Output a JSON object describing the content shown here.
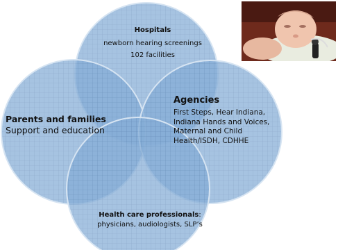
{
  "circles": {
    "fill_color": "#7fa7d3",
    "grid_color": "#5f86b4",
    "stroke_color": "#d6e4f2",
    "hospitals": {
      "title": "Hospitals",
      "line1": "newborn hearing screenings",
      "line2": "102 facilities"
    },
    "parents": {
      "title": "Parents and families",
      "text": "Support and education"
    },
    "agencies": {
      "title": "Agencies",
      "lines": [
        "First Steps, Hear Indiana,",
        "Indiana Hands and Voices,",
        "Maternal and Child",
        "Health/ISDH, CDHHE"
      ]
    },
    "health_care": {
      "title": "Health care professionals",
      "title_suffix": ":",
      "text": "physicians, audiologists, SLP’s"
    }
  },
  "photo": {
    "subject": "newborn-hearing-screening-photo"
  }
}
